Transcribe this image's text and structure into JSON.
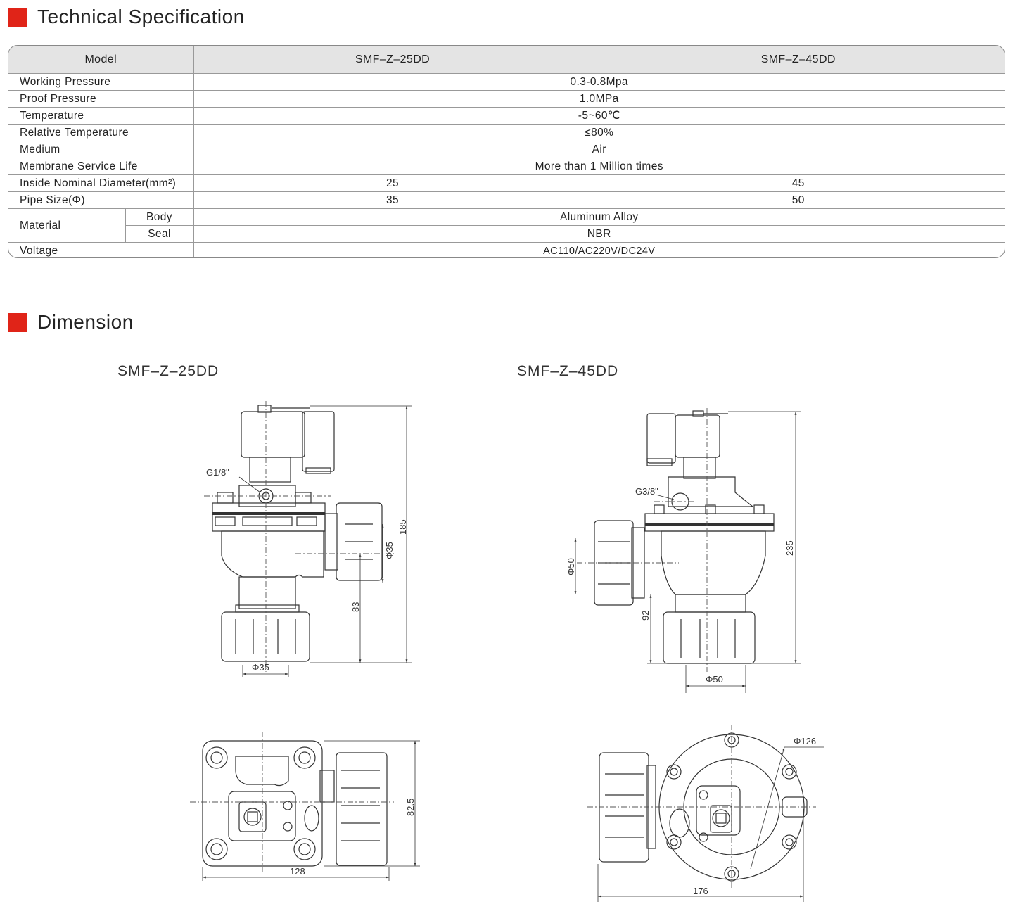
{
  "sections": {
    "spec_title": "Technical Specification",
    "dim_title": "Dimension"
  },
  "table": {
    "header": {
      "model": "Model",
      "col1": "SMF–Z–25DD",
      "col2": "SMF–Z–45DD"
    },
    "rows": {
      "working_pressure": {
        "label": "Working Pressure",
        "value": "0.3-0.8Mpa"
      },
      "proof_pressure": {
        "label": "Proof Pressure",
        "value": "1.0MPa"
      },
      "temperature": {
        "label": "Temperature",
        "value": "-5~60℃"
      },
      "relative_temperature": {
        "label": "Relative Temperature",
        "value": "≤80%"
      },
      "medium": {
        "label": "Medium",
        "value": "Air"
      },
      "membrane_life": {
        "label": "Membrane Service Life",
        "value": "More than 1 Million times"
      },
      "inside_diameter": {
        "label": "Inside Nominal Diameter(mm²)",
        "v1": "25",
        "v2": "45"
      },
      "pipe_size": {
        "label": "Pipe Size(Φ)",
        "v1": "35",
        "v2": "50"
      },
      "material": {
        "label": "Material",
        "body_label": "Body",
        "body_value": "Aluminum Alloy",
        "seal_label": "Seal",
        "seal_value": "NBR"
      },
      "voltage": {
        "label": "Voltage",
        "value": "AC110/AC220V/DC24V"
      }
    }
  },
  "drawings": {
    "left_title": "SMF–Z–25DD",
    "right_title": "SMF–Z–45DD",
    "left": {
      "port": "G1/8\"",
      "height": "185",
      "inlet": "Φ35",
      "outlet_height": "83",
      "outlet_dia": "Φ35",
      "top_height": "82.5",
      "top_width": "128"
    },
    "right": {
      "port": "G3/8\"",
      "height": "235",
      "inlet": "Φ50",
      "outlet_height": "92",
      "outlet_dia": "Φ50",
      "flange_dia": "Φ126",
      "top_width": "176"
    }
  }
}
